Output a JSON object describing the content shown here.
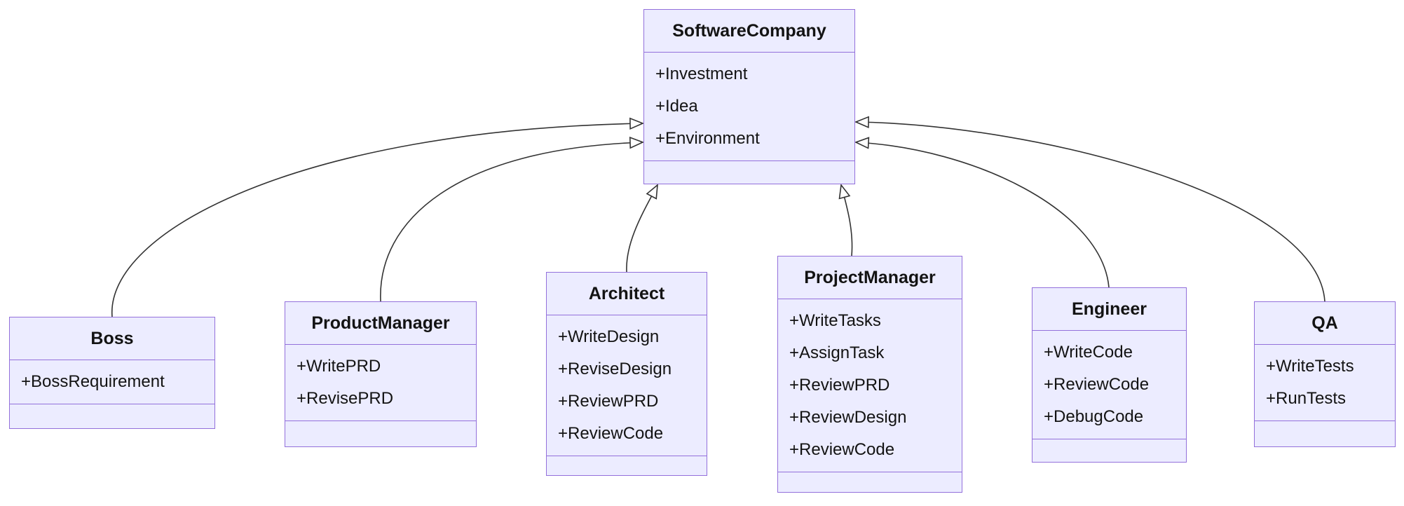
{
  "diagram": {
    "type": "uml-class-diagram",
    "parent": {
      "name": "SoftwareCompany",
      "attributes": [
        "+Investment",
        "+Idea",
        "+Environment"
      ]
    },
    "classes": [
      {
        "name": "Boss",
        "members": [
          "+BossRequirement"
        ]
      },
      {
        "name": "ProductManager",
        "members": [
          "+WritePRD",
          "+RevisePRD"
        ]
      },
      {
        "name": "Architect",
        "members": [
          "+WriteDesign",
          "+ReviseDesign",
          "+ReviewPRD",
          "+ReviewCode"
        ]
      },
      {
        "name": "ProjectManager",
        "members": [
          "+WriteTasks",
          "+AssignTask",
          "+ReviewPRD",
          "+ReviewDesign",
          "+ReviewCode"
        ]
      },
      {
        "name": "Engineer",
        "members": [
          "+WriteCode",
          "+ReviewCode",
          "+DebugCode"
        ]
      },
      {
        "name": "QA",
        "members": [
          "+WriteTests",
          "+RunTests"
        ]
      }
    ],
    "relationships": [
      {
        "from": "Boss",
        "to": "SoftwareCompany",
        "type": "inheritance"
      },
      {
        "from": "ProductManager",
        "to": "SoftwareCompany",
        "type": "inheritance"
      },
      {
        "from": "Architect",
        "to": "SoftwareCompany",
        "type": "inheritance"
      },
      {
        "from": "ProjectManager",
        "to": "SoftwareCompany",
        "type": "inheritance"
      },
      {
        "from": "Engineer",
        "to": "SoftwareCompany",
        "type": "inheritance"
      },
      {
        "from": "QA",
        "to": "SoftwareCompany",
        "type": "inheritance"
      }
    ],
    "colors": {
      "box_fill": "#ECECFF",
      "box_border": "#9370DB",
      "edge": "#333333",
      "text": "#131313"
    }
  }
}
